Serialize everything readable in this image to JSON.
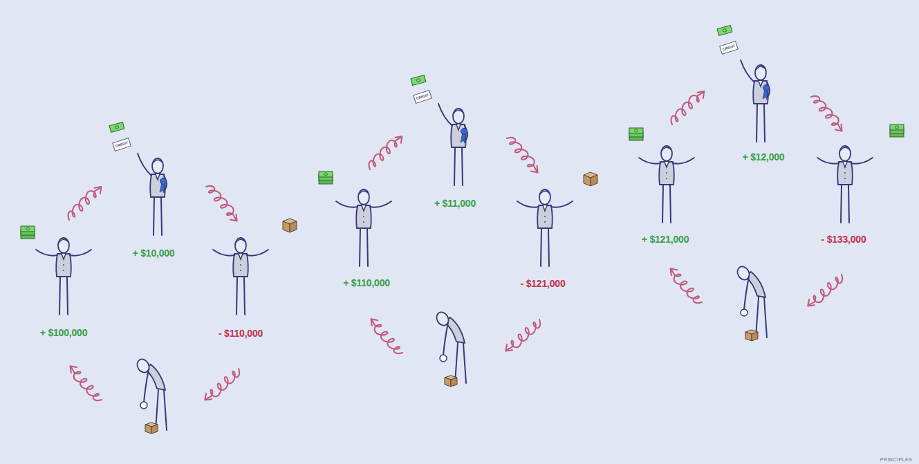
{
  "diagram": {
    "labels": [
      "+ $10,000",
      "+ $100,000",
      "- $110,000",
      "+ $11,000",
      "+ $110,000",
      "- $121,000",
      "+ $12,000",
      "+ $121,000",
      "- $133,000",
      "CREDIT",
      "CREDIT",
      "CREDIT",
      "PRINCIPLES"
    ]
  }
}
